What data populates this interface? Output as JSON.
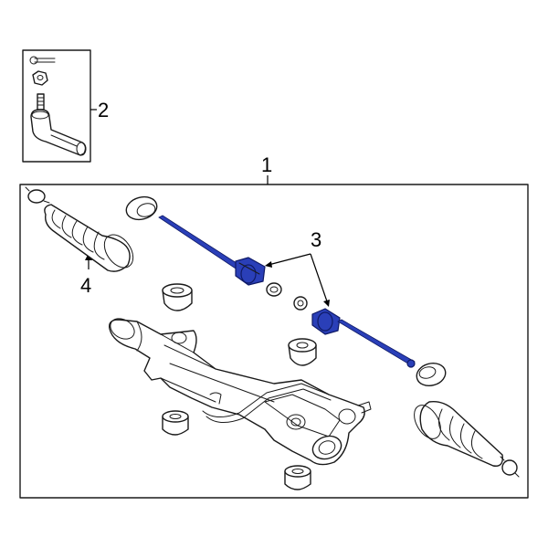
{
  "callouts": [
    {
      "id": "1",
      "label": "1"
    },
    {
      "id": "2",
      "label": "2"
    },
    {
      "id": "3",
      "label": "3"
    },
    {
      "id": "4",
      "label": "4"
    }
  ],
  "colors": {
    "highlight": "#2a3fb8",
    "line": "#1a1a1a",
    "background": "#ffffff"
  }
}
